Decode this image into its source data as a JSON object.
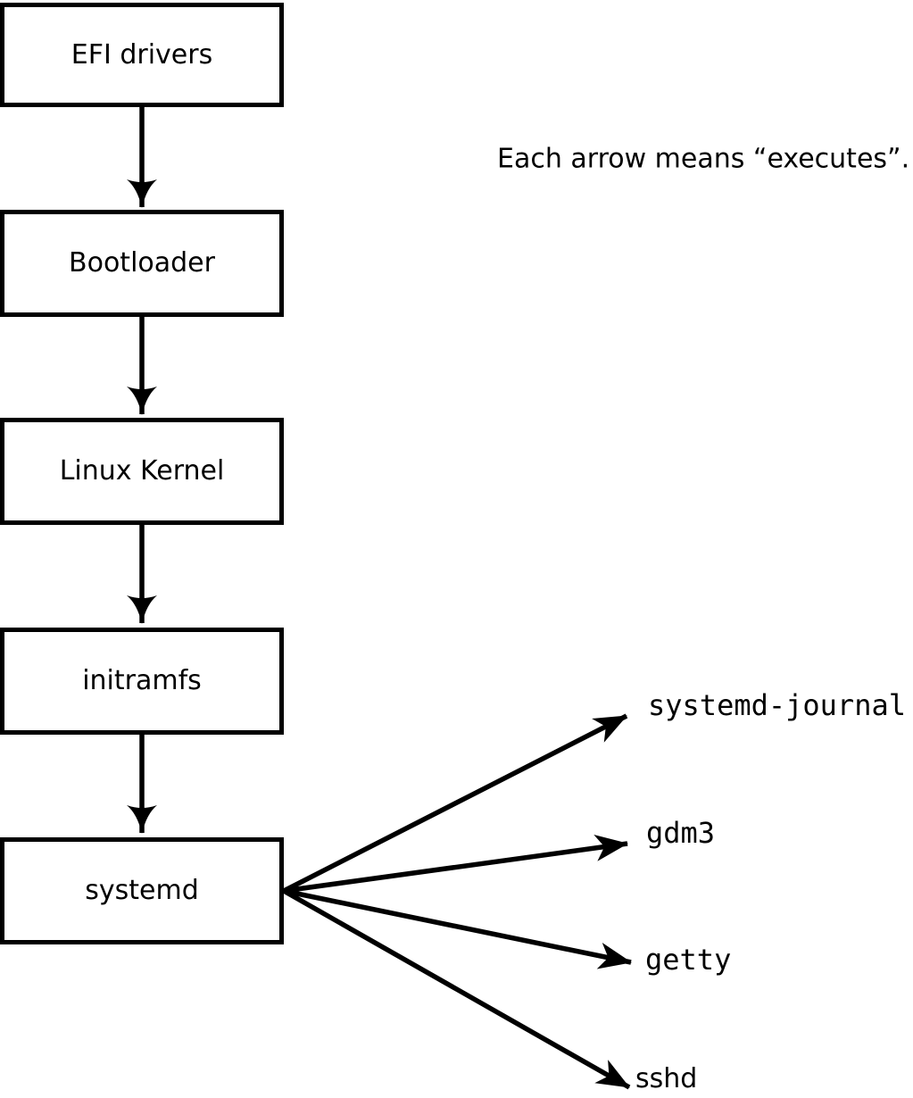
{
  "diagram": {
    "annotation": "Each arrow means “executes”.",
    "colors": {
      "background": "#ffffff",
      "stroke": "#000000",
      "text": "#000000"
    },
    "chain": [
      {
        "label": "EFI drivers"
      },
      {
        "label": "Bootloader"
      },
      {
        "label": "Linux Kernel"
      },
      {
        "label": "initramfs"
      },
      {
        "label": "systemd"
      }
    ],
    "spawned": [
      {
        "label": "systemd-journal"
      },
      {
        "label": "gdm3"
      },
      {
        "label": "getty"
      },
      {
        "label": "sshd"
      }
    ]
  }
}
